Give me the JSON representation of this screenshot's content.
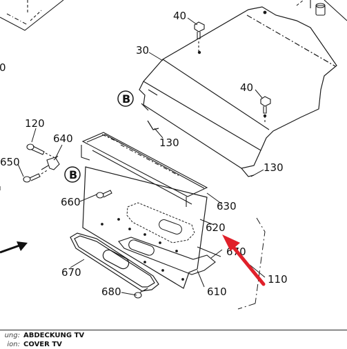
{
  "callouts": [
    "40",
    "30",
    "40",
    "130",
    "130",
    "120",
    "640",
    "650",
    "660",
    "630",
    "620",
    "670",
    "680",
    "610",
    "110",
    "670",
    "0"
  ],
  "badge_letter": "B",
  "footer": {
    "label_1": "ung:",
    "value_1": "ABDECKUNG TV",
    "label_2": "ion:",
    "value_2": "COVER TV"
  },
  "colors": {
    "line": "#1a1a1a",
    "arrow": "#e0202a"
  }
}
